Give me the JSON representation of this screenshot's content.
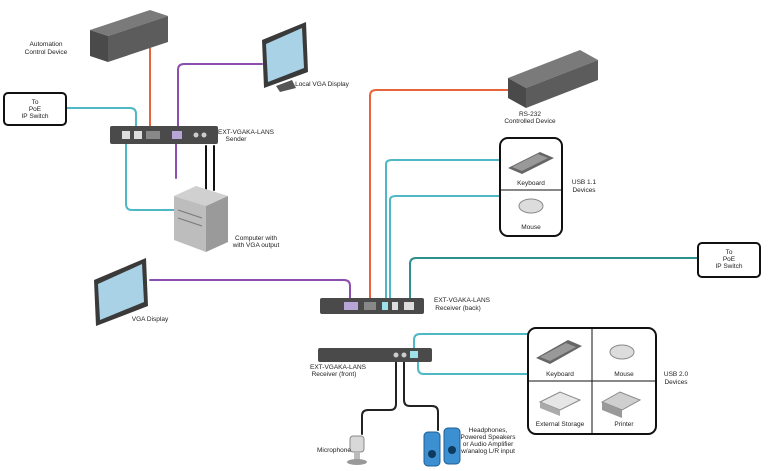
{
  "colors": {
    "rs232": "#e8643a",
    "video": "#8b4fb0",
    "usb": "#4fb8c4",
    "ethernet": "#2f8f8a",
    "audio": "#222222"
  },
  "labels": {
    "automation": [
      "Automation",
      "Control Device"
    ],
    "local_vga": "Local VGA Display",
    "poe_switch_left": [
      "To",
      "PoE",
      "IP Switch"
    ],
    "sender": [
      "EXT-VGAKA-LANS",
      "Sender"
    ],
    "computer": [
      "Computer with",
      "with VGA output"
    ],
    "rs232_device": [
      "RS-232",
      "Controlled Device"
    ],
    "keyboard_1": "Keyboard",
    "mouse_1": "Mouse",
    "usb11": [
      "USB 1.1",
      "Devices"
    ],
    "poe_switch_right": [
      "To",
      "PoE",
      "IP Switch"
    ],
    "vga_display": "VGA Display",
    "receiver_back": [
      "EXT-VGAKA-LANS",
      "Receiver (back)"
    ],
    "receiver_front": [
      "EXT-VGAKA-LANS",
      "Receiver (front)"
    ],
    "keyboard_2": "Keyboard",
    "mouse_2": "Mouse",
    "external_storage": "External Storage",
    "printer": "Printer",
    "usb20": [
      "USB 2.0",
      "Devices"
    ],
    "microphone": "Microphone",
    "audio_out": [
      "Headphones,",
      "Powered Speakers",
      "or Audio Amplifier",
      "w/analog L/R input"
    ]
  }
}
